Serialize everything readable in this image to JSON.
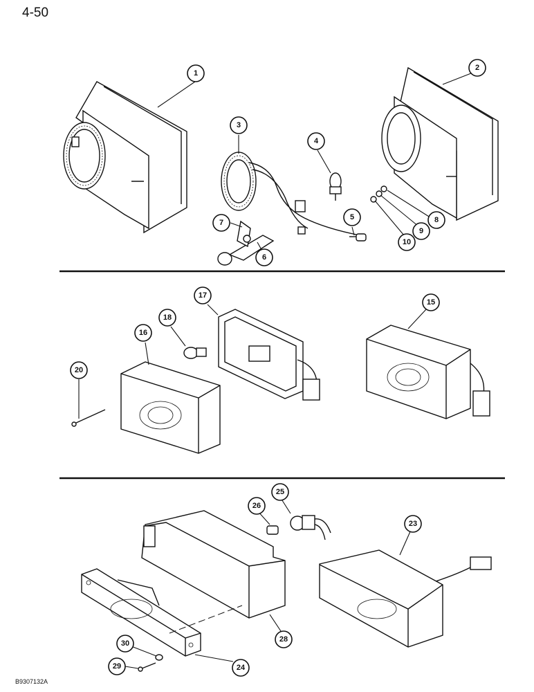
{
  "page": {
    "number": "4-50",
    "figure_code": "B9307132A"
  },
  "callouts": [
    "1",
    "2",
    "3",
    "4",
    "5",
    "6",
    "7",
    "8",
    "9",
    "10",
    "15",
    "16",
    "17",
    "18",
    "20",
    "23",
    "24",
    "25",
    "26",
    "28",
    "29",
    "30"
  ]
}
